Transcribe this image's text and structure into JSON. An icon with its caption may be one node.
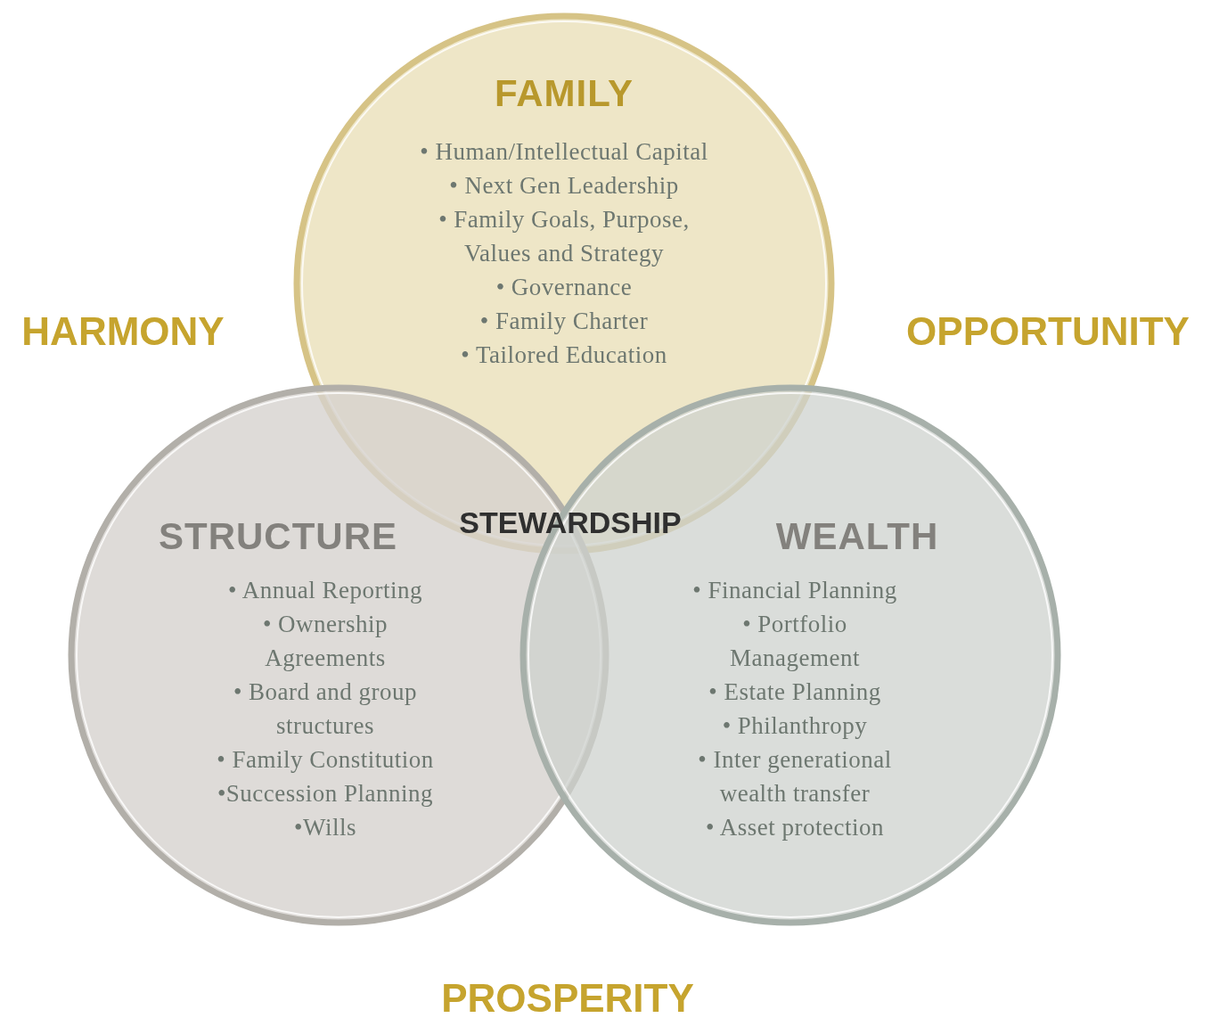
{
  "diagram": {
    "nodes": [
      {
        "text": [
          "FAMILY",
          "• Human/Intellectual Capital",
          "• Next Gen Leadership",
          "• Family Goals, Purpose, Values and Strategy",
          "• Governance",
          "• Family Charter",
          "• Tailored Education"
        ]
      },
      {
        "text": [
          "STRUCTURE",
          "• Annual Reporting",
          "• Ownership Agreements",
          "• Board and group structures",
          "• Family Constitution",
          "•Succession Planning",
          "•Wills"
        ]
      },
      {
        "text": [
          "WEALTH",
          "• Financial Planning",
          "• Portfolio Management",
          "• Estate Planning",
          "• Philanthropy",
          "• Inter generational wealth transfer",
          "• Asset protection"
        ]
      }
    ],
    "labels": [
      "HARMONY",
      "OPPORTUNITY",
      "STEWARDSHIP",
      "PROSPERITY"
    ]
  }
}
